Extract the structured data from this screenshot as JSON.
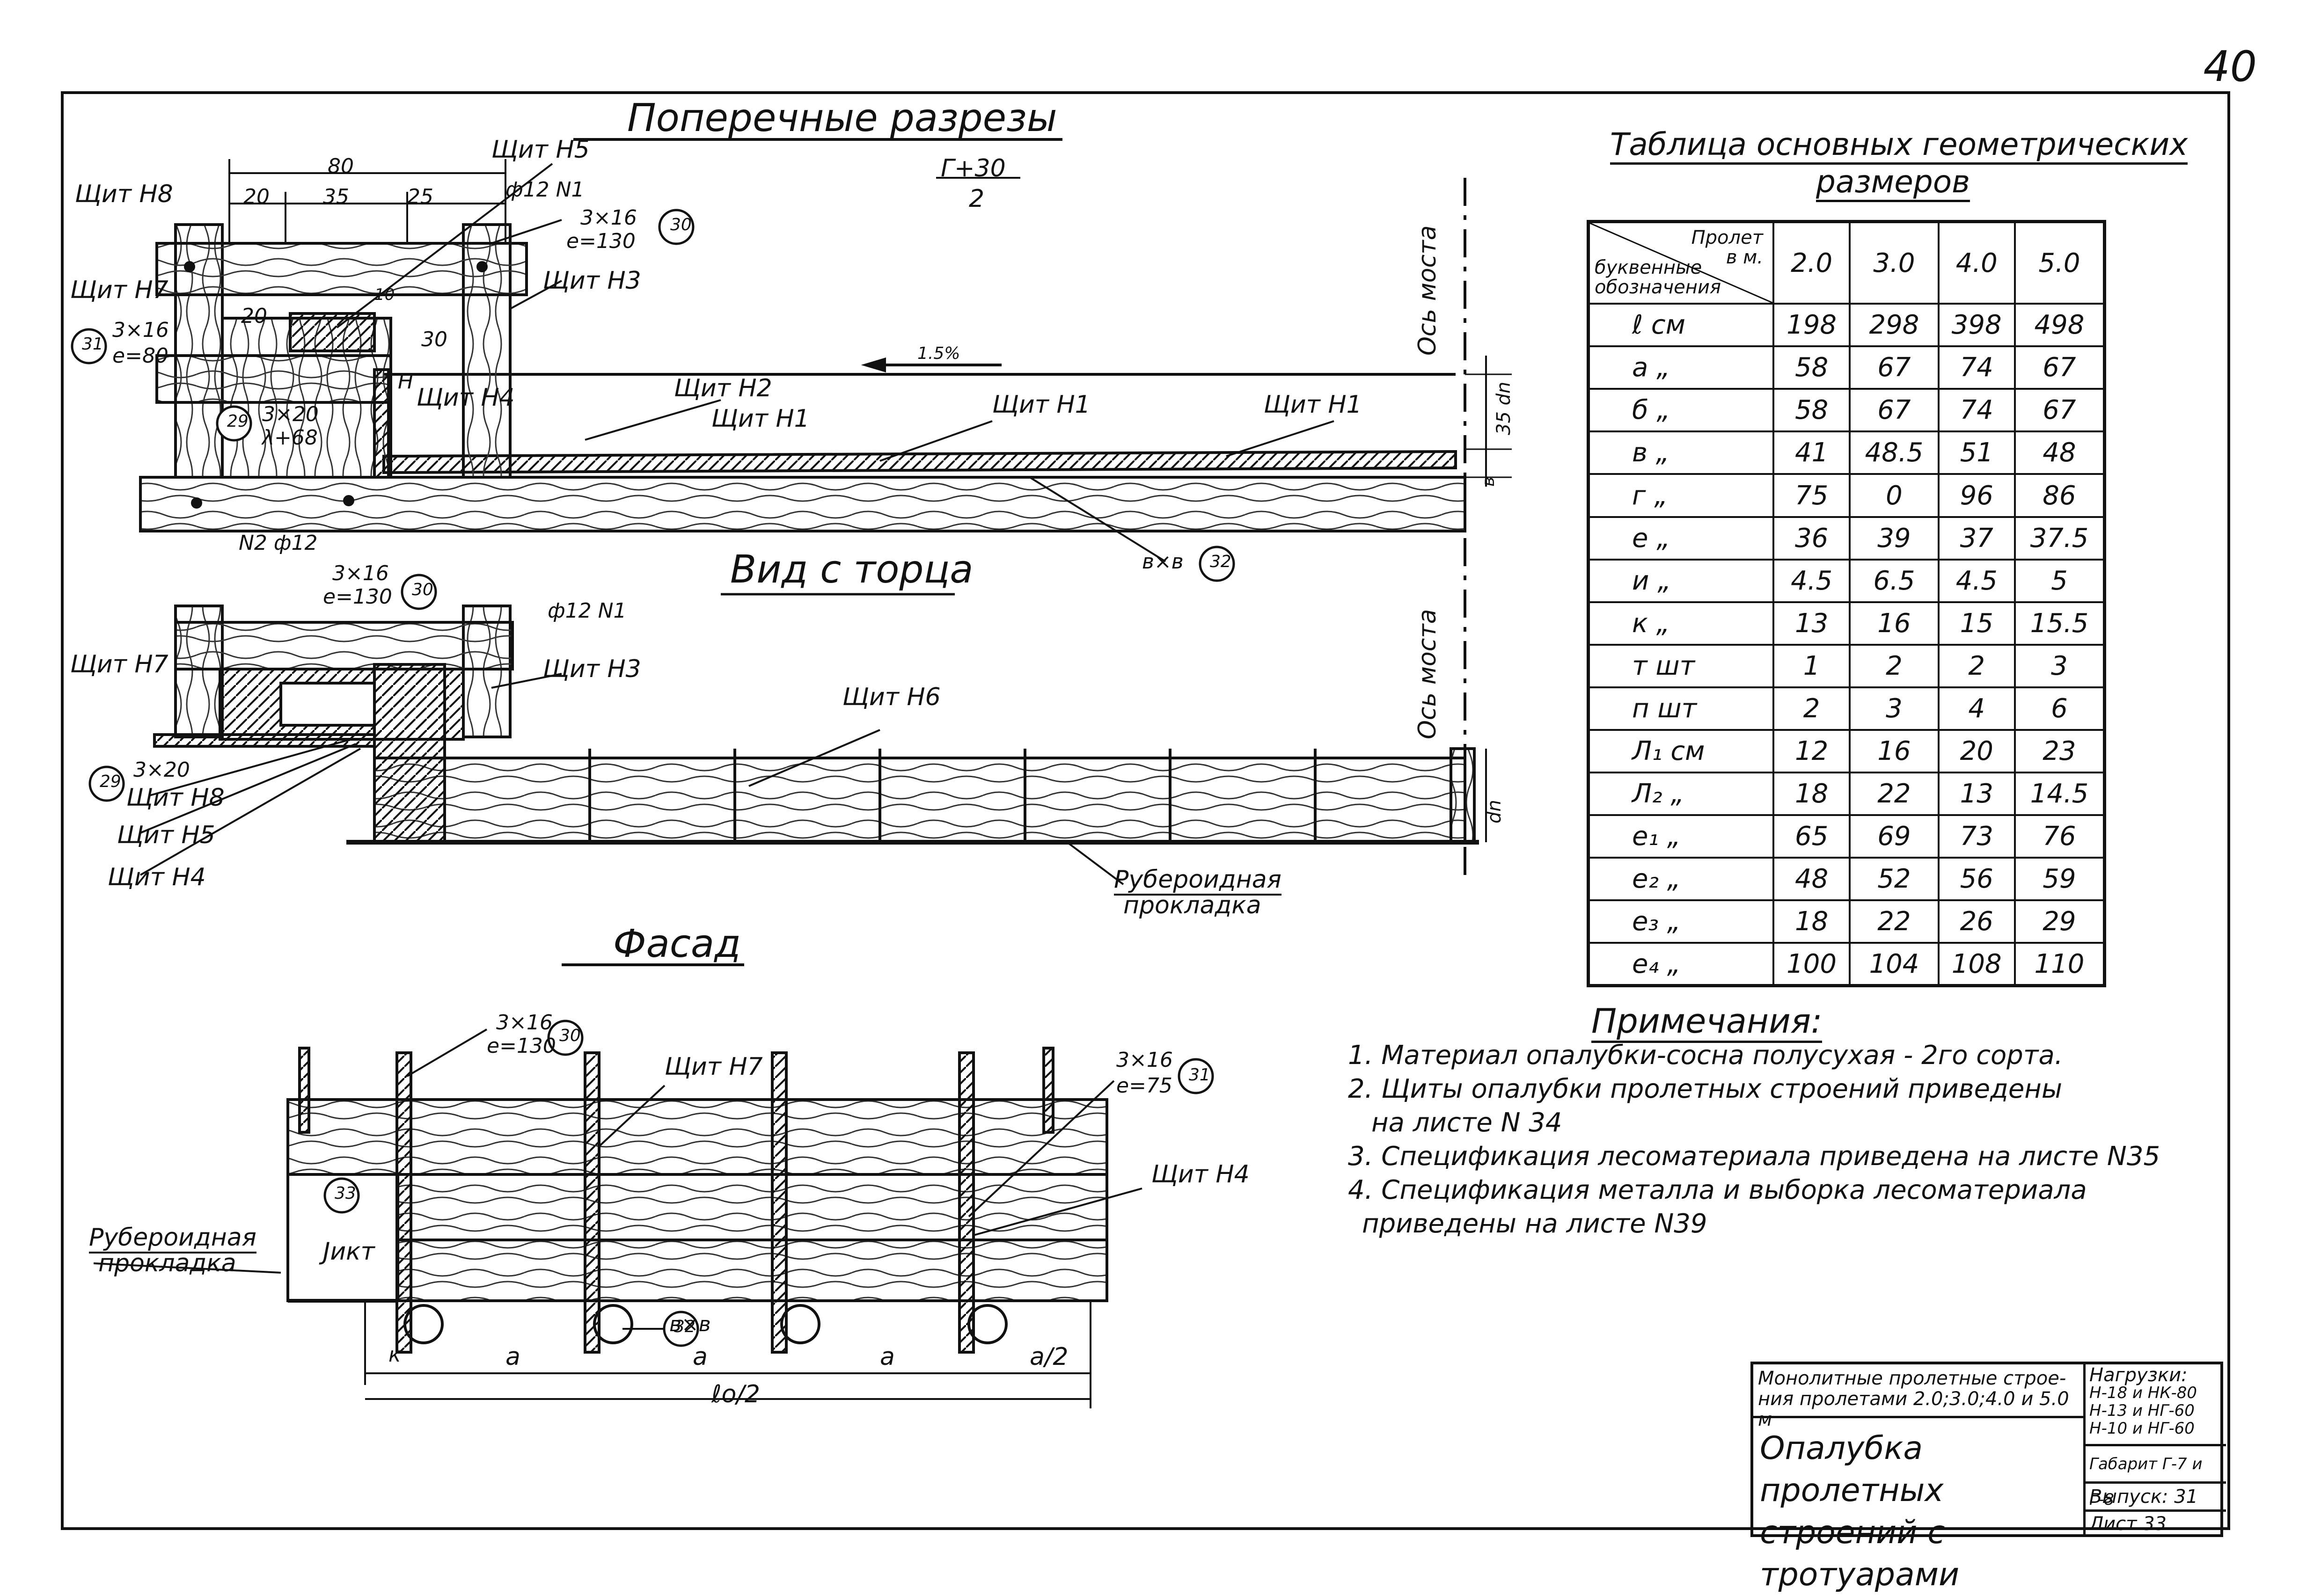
{
  "page": {
    "number": "40"
  },
  "sections": {
    "cross_sections_title": "Поперечные разрезы",
    "end_view_title": "Вид с торца",
    "facade_title": "Фасад",
    "scale_note_top": "Г+30",
    "scale_note_bottom": "2"
  },
  "cross_section_labels": {
    "shield_n5": "Щит Н5",
    "shield_n8": "Щит Н8",
    "shield_n7": "Щит Н7",
    "shield_n3": "Щит Н3",
    "shield_n4": "Щит Н4",
    "shield_n2": "Щит Н2",
    "shield_n1_a": "Щит Н1",
    "shield_n1_b": "Щит Н1",
    "shield_n1_c": "Щит Н1",
    "dim_80": "80",
    "dim_20": "20",
    "dim_35": "35",
    "dim_25": "25",
    "dim_20v": "20",
    "dim_10": "10",
    "dim_30": "30",
    "dim_h": "Н",
    "rebar_n1": "ф12  N1",
    "rebar_n2": "N2  ф12",
    "bolt_30": "3×16",
    "bolt_30_len": "е=130",
    "bolt_31": "3×16",
    "bolt_31_len": "е=80",
    "bolt_29": "3×20",
    "bolt_29_len": "λ+68",
    "slope": "1.5%",
    "axis_bridge": "Ось мостa",
    "dim_35dn": "35 dn",
    "dim_v": "в",
    "bar_32": "в×в",
    "circle_30": "30",
    "circle_31": "31",
    "circle_29": "29",
    "circle_32": "32"
  },
  "end_view_labels": {
    "bolt_30": "3×16",
    "bolt_30_len": "е=130",
    "rebar_n1": "ф12  N1",
    "shield_n7": "Щит Н7",
    "shield_n3": "Щит Н3",
    "shield_n6": "Щит Н6",
    "bolt_29": "3×20",
    "shield_n8": "Щит Н8",
    "shield_n5": "Щит Н5",
    "shield_n4": "Щит Н4",
    "axis_bridge": "Ось мостa",
    "dim_dn": "dn",
    "ruberoid": "Рубероидная",
    "ruberoid_2": "прокладка",
    "circle_30": "30",
    "circle_29": "29"
  },
  "facade_labels": {
    "bolt_30": "3×16",
    "bolt_30_len": "е=130",
    "shield_n7": "Щит Н7",
    "bolt_31": "3×16",
    "bolt_31_len": "е=75",
    "shield_n4": "Щит Н4",
    "circle_33": "33",
    "pikt": "Jикт",
    "ruberoid": "Рубероидная",
    "ruberoid_2": "прокладка",
    "bar_32": "в×в",
    "circle_30": "30",
    "circle_31": "31",
    "circle_32": "32",
    "dim_k": "к",
    "dim_a1": "а",
    "dim_a2": "а",
    "dim_a3": "а",
    "dim_a4": "а/2",
    "dim_l": "ℓо/2"
  },
  "geo_table": {
    "title_line1": "Таблица основных геометрических",
    "title_line2": "размеров",
    "corner_top": "Пролет\nв м.",
    "corner_bottom": "буквенные\nобозначения",
    "spans": [
      "2.0",
      "3.0",
      "4.0",
      "5.0"
    ],
    "rows": [
      {
        "sym": "ℓ см",
        "v": [
          "198",
          "298",
          "398",
          "498"
        ]
      },
      {
        "sym": "а „",
        "v": [
          "58",
          "67",
          "74",
          "67"
        ]
      },
      {
        "sym": "б „",
        "v": [
          "58",
          "67",
          "74",
          "67"
        ]
      },
      {
        "sym": "в „",
        "v": [
          "41",
          "48.5",
          "51",
          "48"
        ]
      },
      {
        "sym": "г „",
        "v": [
          "75",
          "0",
          "96",
          "86"
        ]
      },
      {
        "sym": "е „",
        "v": [
          "36",
          "39",
          "37",
          "37.5"
        ]
      },
      {
        "sym": "и „",
        "v": [
          "4.5",
          "6.5",
          "4.5",
          "5"
        ]
      },
      {
        "sym": "к „",
        "v": [
          "13",
          "16",
          "15",
          "15.5"
        ]
      },
      {
        "sym": "т шт",
        "v": [
          "1",
          "2",
          "2",
          "3"
        ]
      },
      {
        "sym": "п шт",
        "v": [
          "2",
          "3",
          "4",
          "6"
        ]
      },
      {
        "sym": "Л₁ см",
        "v": [
          "12",
          "16",
          "20",
          "23"
        ]
      },
      {
        "sym": "Л₂ „",
        "v": [
          "18",
          "22",
          "13",
          "14.5"
        ]
      },
      {
        "sym": "е₁ „",
        "v": [
          "65",
          "69",
          "73",
          "76"
        ]
      },
      {
        "sym": "е₂ „",
        "v": [
          "48",
          "52",
          "56",
          "59"
        ]
      },
      {
        "sym": "е₃ „",
        "v": [
          "18",
          "22",
          "26",
          "29"
        ]
      },
      {
        "sym": "е₄ „",
        "v": [
          "100",
          "104",
          "108",
          "110"
        ]
      }
    ]
  },
  "notes": {
    "title": "Примечания:",
    "items": [
      "1. Материал опалубки-сосна полусухая - 2го сорта.",
      "2. Щиты опалубки пролетных строений приведены",
      "на листе N 34",
      "3. Спецификация лесоматериала приведена на листе N35",
      "4. Спецификация металла и выборка лесоматериала",
      "приведены на листе N39"
    ]
  },
  "stamp": {
    "line1": "Монолитные пролетные строе-",
    "line2": "ния пролетами 2.0;3.0;4.0 и 5.0 м",
    "main1": "Опалубка пролетных",
    "main2": "строений с тротуарами",
    "loads_title": "Нагрузки:",
    "loads_1": "Н-18 и НК-80",
    "loads_2": "Н-13 и НГ-60",
    "loads_3": "Н-10 и НГ-60",
    "gabarit": "Габарит Г-7 и Г-8",
    "vypusk": "Выпуск: 31",
    "list": "Лист 33"
  }
}
